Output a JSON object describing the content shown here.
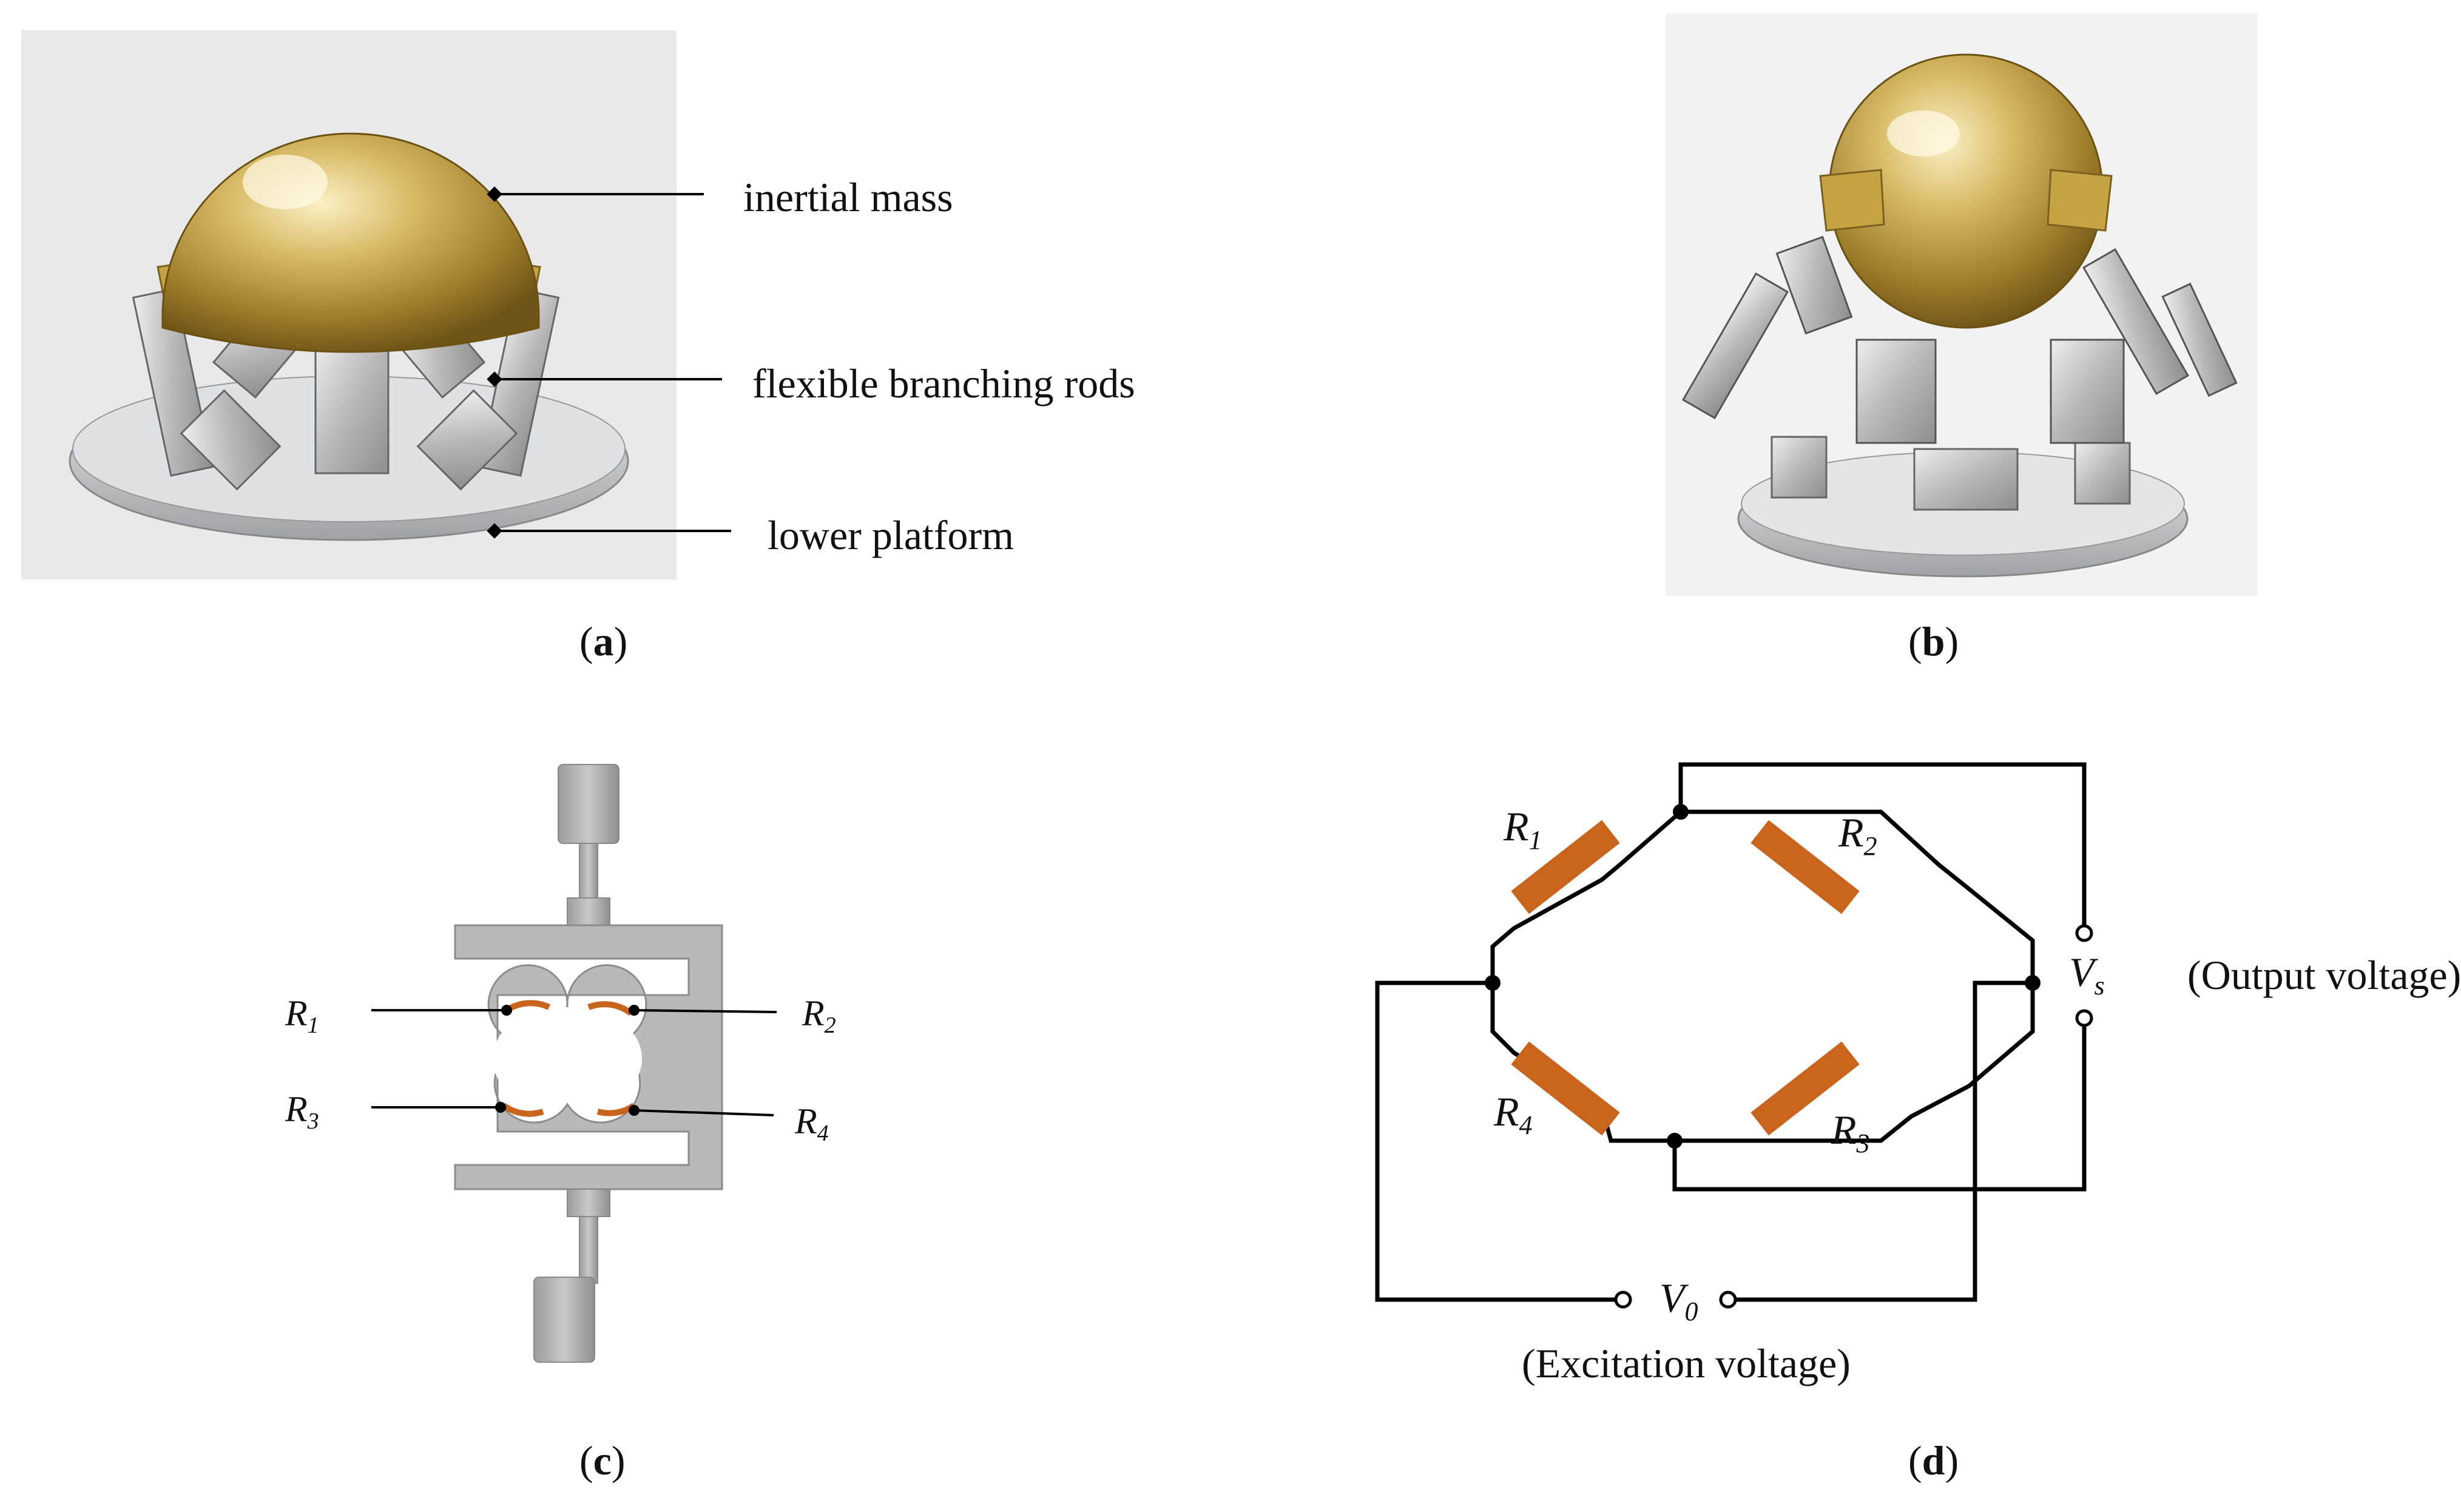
{
  "panel_a": {
    "labels": [
      "inertial mass",
      "flexible branching rods",
      "lower platform"
    ],
    "caption_letter": "a"
  },
  "panel_b": {
    "caption_letter": "b"
  },
  "panel_c": {
    "resistors": [
      "R1",
      "R2",
      "R3",
      "R4"
    ],
    "caption_letter": "c"
  },
  "panel_d": {
    "resistors": [
      "R1",
      "R2",
      "R4",
      "R3"
    ],
    "output_symbol": "Vs",
    "output_label": "(Output voltage)",
    "excitation_symbol": "V0",
    "excitation_label": "(Excitation voltage)",
    "caption_letter": "d"
  },
  "colors": {
    "resistor": "#c8641b",
    "gold": "#c9a646",
    "metal": "#bdbdbd"
  }
}
